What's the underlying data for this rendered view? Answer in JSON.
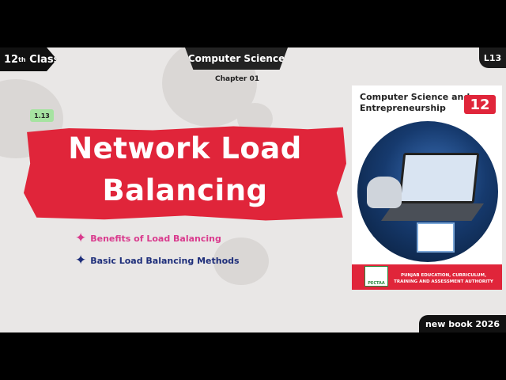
{
  "header": {
    "class_label": "12",
    "class_suffix": "th",
    "class_word": "Class",
    "subject": "Computer Science",
    "chapter": "Chapter 01",
    "lesson_code": "L13"
  },
  "slide": {
    "section_badge": "1.13",
    "title": "Network Load Balancing",
    "bullets": [
      {
        "text": "Benefits of Load Balancing",
        "color": "#d93a8d"
      },
      {
        "text": "Basic Load Balancing Methods",
        "color": "#1e2e7a"
      }
    ]
  },
  "book_cover": {
    "title": "Computer Science and Entrepreneurship",
    "grade": "12",
    "logo_text": "PECTAA",
    "authority": "PUNJAB EDUCATION, CURRICULUM, TRAINING AND ASSESSMENT AUTHORITY"
  },
  "footer": {
    "new_book": "new book 2026"
  },
  "colors": {
    "accent_red": "#e0253a",
    "badge_green": "#a6e3a1",
    "background": "#e9e7e6"
  }
}
